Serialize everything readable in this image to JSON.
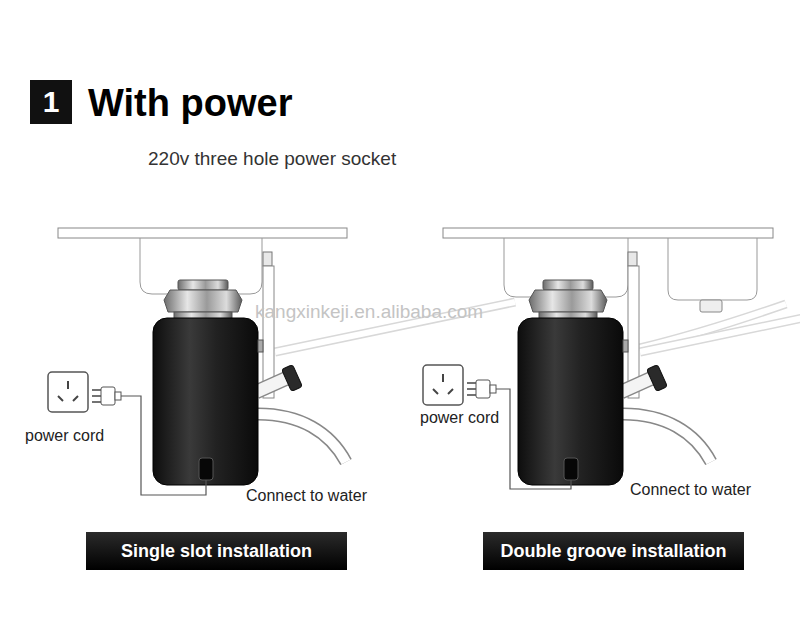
{
  "diagram": {
    "title": "With power",
    "nodes": [
      {
        "text": [
          "1"
        ]
      },
      {
        "text": [
          "Single slot installation"
        ]
      },
      {
        "text": [
          "Double groove installation"
        ]
      }
    ],
    "labels": [
      "220v three hole power socket",
      "kangxinkeji.en.alibaba.com",
      "power cord",
      "Connect to water",
      "power cord",
      "Connect to water"
    ]
  }
}
